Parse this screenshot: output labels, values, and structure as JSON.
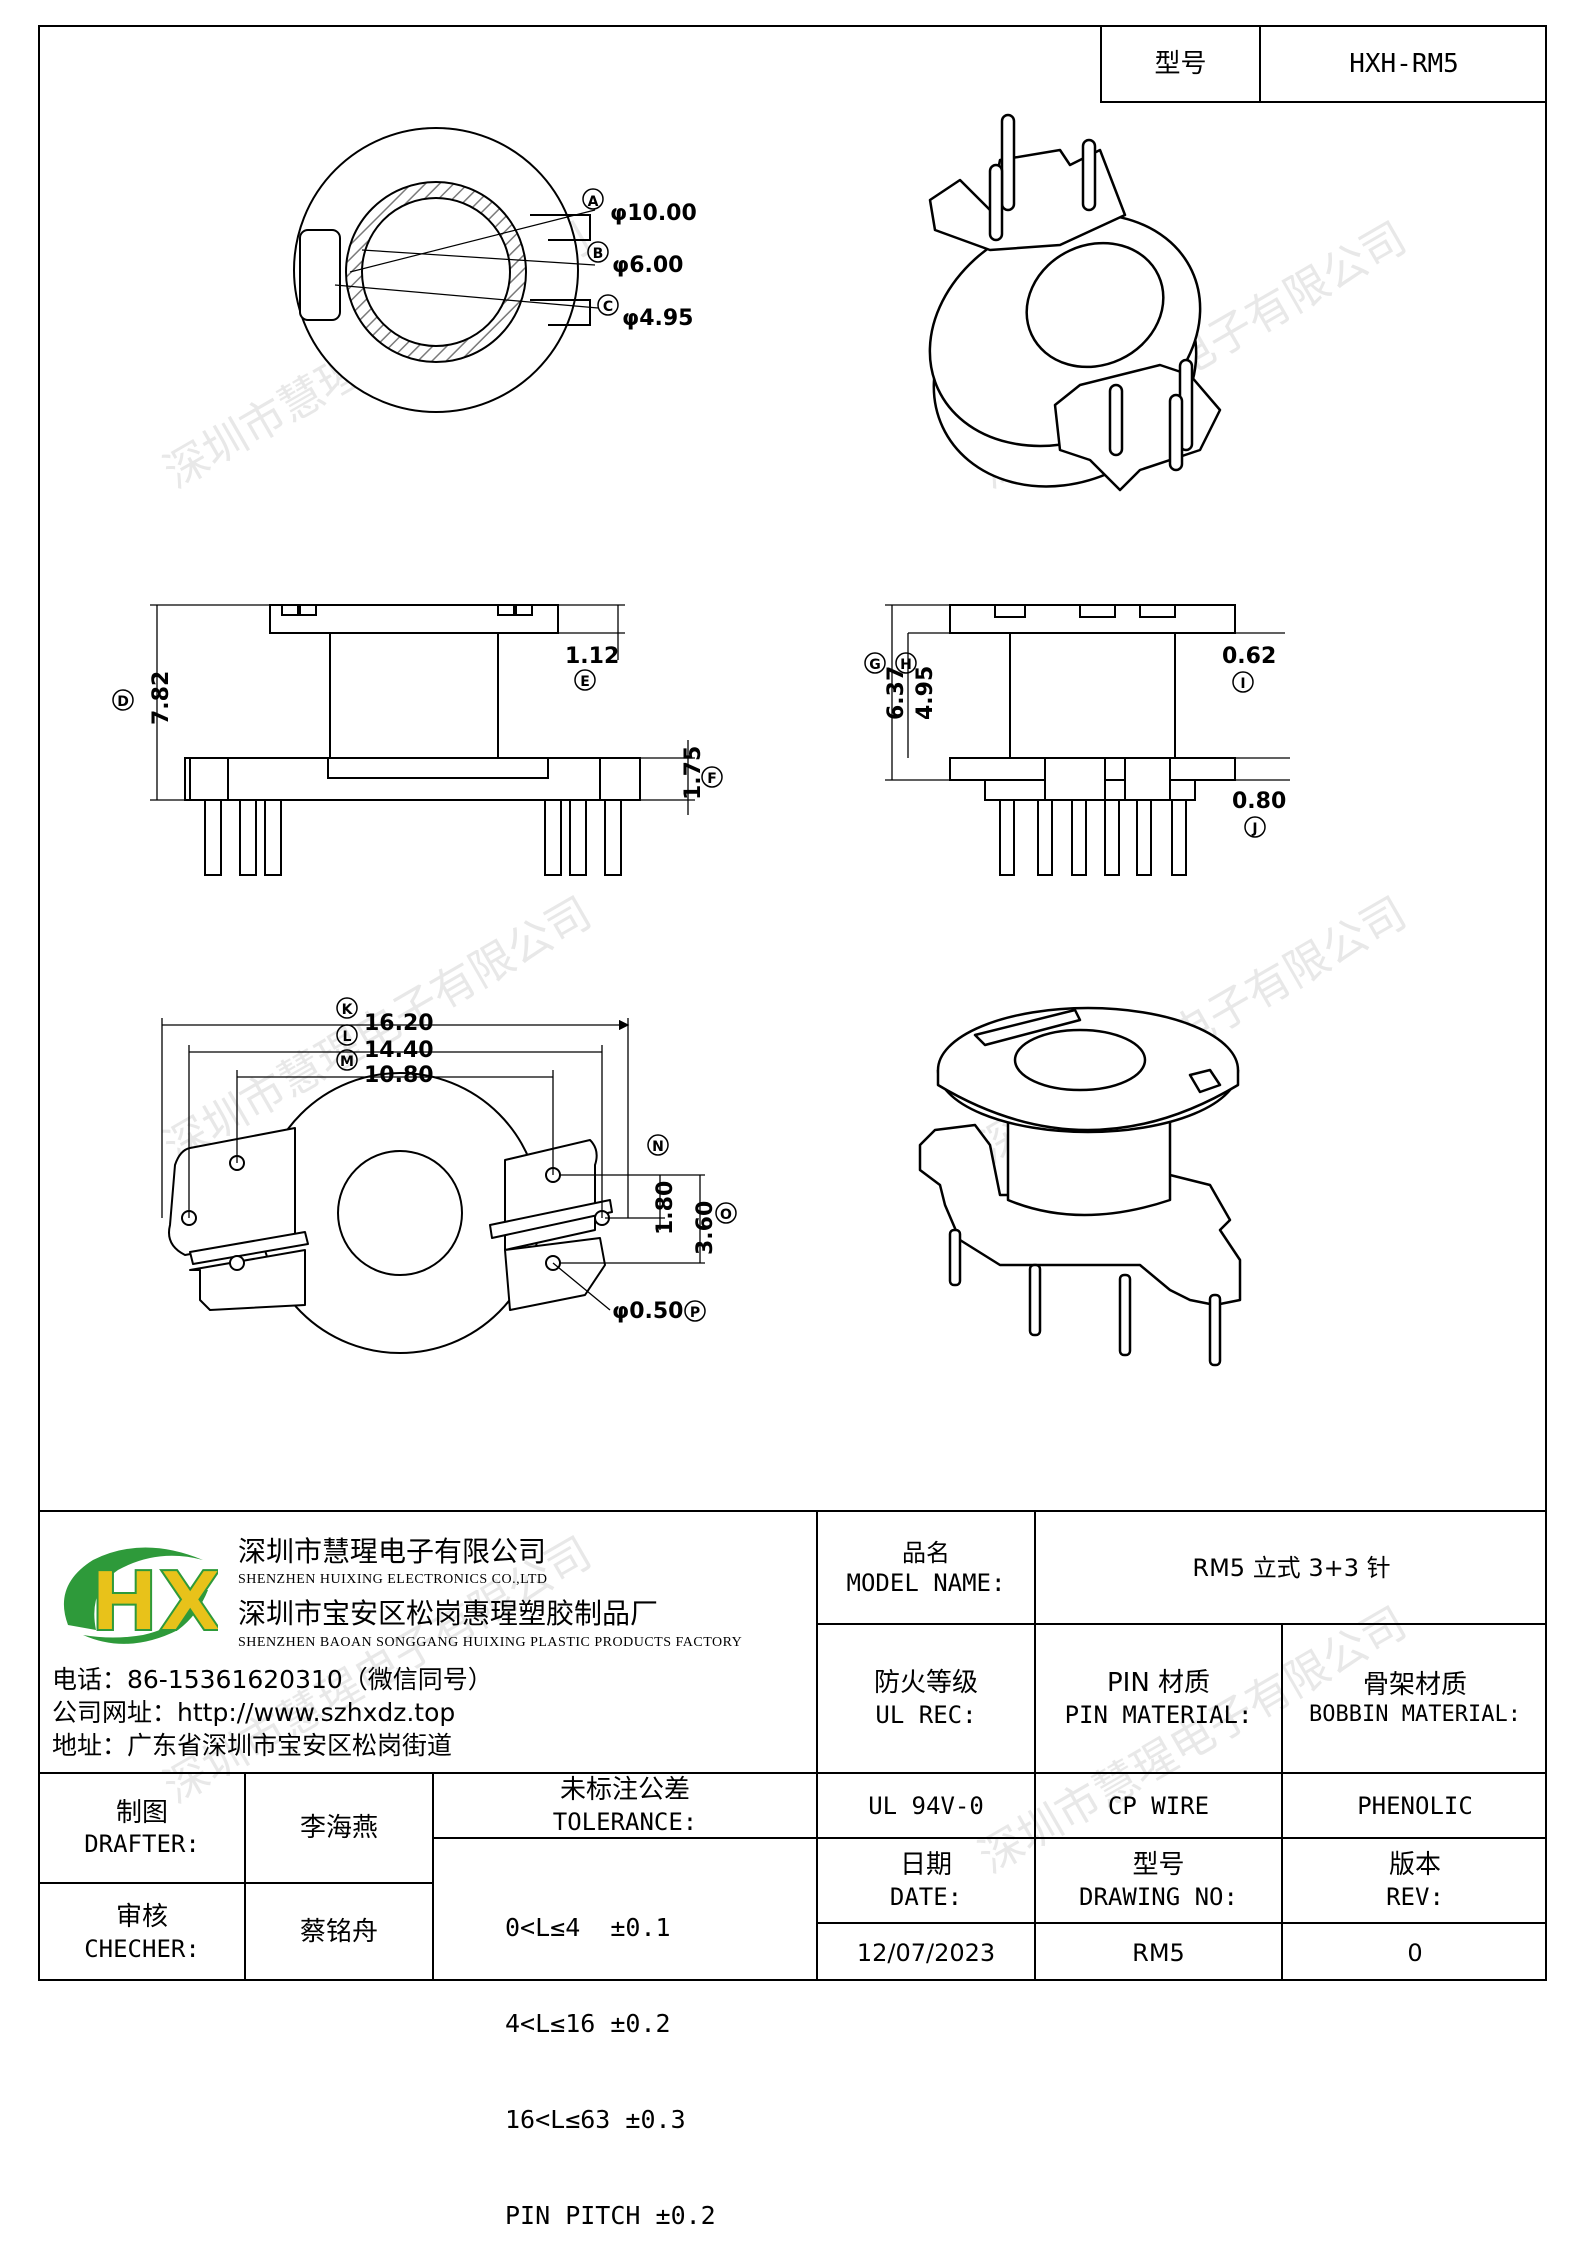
{
  "header": {
    "type_label": "型号",
    "type_value": "HXH-RM5"
  },
  "dimensions": {
    "A": {
      "letter": "A",
      "value": "φ10.00"
    },
    "B": {
      "letter": "B",
      "value": "φ6.00"
    },
    "C": {
      "letter": "C",
      "value": "φ4.95"
    },
    "D": {
      "letter": "D",
      "value": "7.82"
    },
    "E": {
      "letter": "E",
      "value": "1.12"
    },
    "F": {
      "letter": "F",
      "value": "1.75"
    },
    "G": {
      "letter": "G",
      "value": "6.37"
    },
    "H": {
      "letter": "H",
      "value": "4.95"
    },
    "I": {
      "letter": "I",
      "value": "0.62"
    },
    "J": {
      "letter": "J",
      "value": "0.80"
    },
    "K": {
      "letter": "K",
      "value": "16.20"
    },
    "L": {
      "letter": "L",
      "value": "14.40"
    },
    "M": {
      "letter": "M",
      "value": "10.80"
    },
    "N": {
      "letter": "N",
      "value": "1.80"
    },
    "O": {
      "letter": "O",
      "value": "3.60"
    },
    "P": {
      "letter": "P",
      "value": "φ0.50"
    }
  },
  "watermark": "深圳市慧瑆电子有限公司",
  "company": {
    "logo_text": "HX",
    "name_cn": "深圳市慧瑆电子有限公司",
    "name_en": "SHENZHEN HUIXING ELECTRONICS CO.,LTD",
    "factory_cn": "深圳市宝安区松岗惠瑆塑胶制品厂",
    "factory_en": "SHENZHEN BAOAN SONGGANG HUIXING PLASTIC PRODUCTS FACTORY",
    "phone": "电话：86-15361620310（微信同号）",
    "website": "公司网址：http://www.szhxdz.top",
    "address": "地址：广东省深圳市宝安区松岗街道"
  },
  "title_block": {
    "model_name_cn": "品名",
    "model_name_en": "MODEL NAME:",
    "model_name_value": "RM5 立式 3+3 针",
    "ul_cn": "防火等级",
    "ul_en": "UL REC:",
    "pin_cn": "PIN 材质",
    "pin_en": "PIN MATERIAL:",
    "bobbin_cn": "骨架材质",
    "bobbin_en": "BOBBIN MATERIAL:",
    "ul_value": "UL 94V-0",
    "pin_value": "CP WIRE",
    "bobbin_value": "PHENOLIC",
    "drafter_cn": "制图",
    "drafter_en": "DRAFTER:",
    "drafter_name": "李海燕",
    "checker_cn": "审核",
    "checker_en": "CHECHER:",
    "checker_name": "蔡铭舟",
    "tolerance_cn": "未标注公差",
    "tolerance_en": "TOLERANCE:",
    "tolerance_lines": [
      "0<L≤4  ±0.1",
      "4<L≤16 ±0.2",
      "16<L≤63 ±0.3",
      "PIN PITCH ±0.2"
    ],
    "date_cn": "日期",
    "date_en": "DATE:",
    "date_value": "12/07/2023",
    "drawing_no_cn": "型号",
    "drawing_no_en": "DRAWING NO:",
    "drawing_no_value": "RM5",
    "rev_cn": "版本",
    "rev_en": "REV:",
    "rev_value": "0"
  },
  "colors": {
    "logo_green": "#2e9a3a",
    "logo_yellow": "#e8c21a",
    "line": "#000000",
    "hatch": "#7a7a7a"
  }
}
